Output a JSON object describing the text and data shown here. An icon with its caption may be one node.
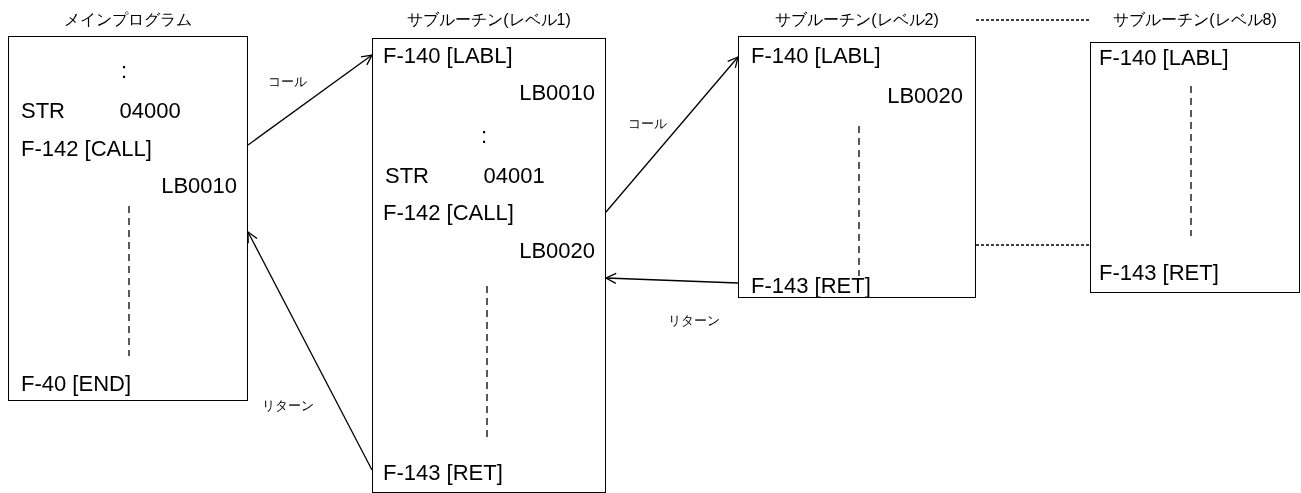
{
  "diagram": {
    "nodes": [
      {
        "text": [
          "メインプログラム",
          ":",
          "STR 04000",
          "F-142 [CALL]",
          "LB0010",
          "F-40 [END]"
        ]
      },
      {
        "text": [
          "サブルーチン(レベル1)",
          "F-140 [LABL]",
          "LB0010",
          ":",
          "STR 04001",
          "F-142 [CALL]",
          "LB0020",
          "F-143 [RET]"
        ]
      },
      {
        "text": [
          "サブルーチン(レベル2)",
          "F-140 [LABL]",
          "LB0020",
          "F-143 [RET]"
        ]
      },
      {
        "text": [
          "サブルーチン(レベル8)",
          "F-140 [LABL]",
          "F-143 [RET]"
        ]
      }
    ],
    "edges": [
      {
        "from": 0,
        "to": 1,
        "arrow": "to",
        "label": "コール"
      },
      {
        "from": 1,
        "to": 0,
        "arrow": "to",
        "label": "リターン"
      },
      {
        "from": 1,
        "to": 2,
        "arrow": "to",
        "label": "コール"
      },
      {
        "from": 2,
        "to": 1,
        "arrow": "to",
        "label": "リターン"
      },
      {
        "from": 2,
        "to": 3,
        "arrow": "none",
        "style": "dashed"
      },
      {
        "from": 2,
        "to": 3,
        "arrow": "none",
        "style": "dashed"
      }
    ]
  }
}
